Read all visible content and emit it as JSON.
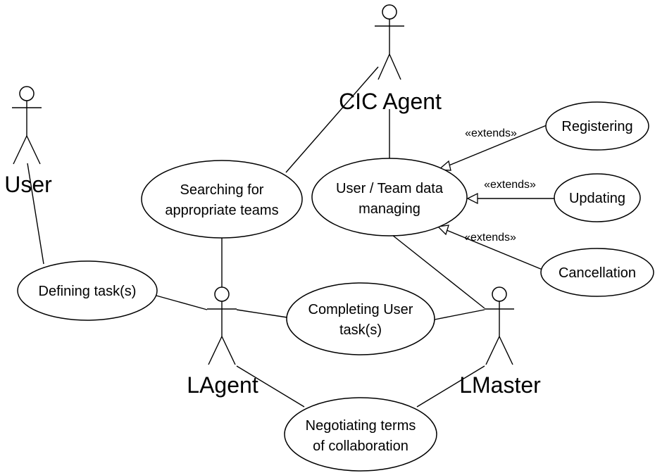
{
  "actors": {
    "user": "User",
    "cic_agent": "CIC Agent",
    "lagent": "LAgent",
    "lmaster": "LMaster"
  },
  "use_cases": {
    "searching": [
      "Searching for",
      "appropriate teams"
    ],
    "managing": [
      "User / Team data",
      "managing"
    ],
    "registering": [
      "Registering"
    ],
    "updating": [
      "Updating"
    ],
    "cancellation": [
      "Cancellation"
    ],
    "defining": [
      "Defining task(s)"
    ],
    "completing": [
      "Completing User",
      "task(s)"
    ],
    "negotiating": [
      "Negotiating terms",
      "of collaboration"
    ]
  },
  "relations": {
    "extends_registering": "«extends»",
    "extends_updating": "«extends»",
    "extends_cancellation": "«extends»"
  }
}
